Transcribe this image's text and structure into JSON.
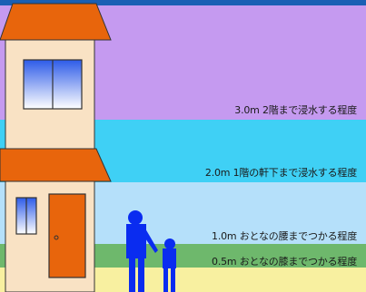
{
  "levels": [
    {
      "depth_m": 3.0,
      "label": "3.0m 2階まで浸水する程度",
      "color": "#c59af0"
    },
    {
      "depth_m": 2.0,
      "label": "2.0m 1階の軒下まで浸水する程度",
      "color": "#3fd0f5"
    },
    {
      "depth_m": 1.0,
      "label": "1.0m おとなの腰までつかる程度",
      "color": "#b5e0fa"
    },
    {
      "depth_m": 0.5,
      "label": "0.5m おとなの膝までつかる程度",
      "color": "#6eb86c"
    },
    {
      "depth_m": 0.0,
      "label": "",
      "color": "#f8f0a0"
    }
  ],
  "colors": {
    "roof": "#e8650c",
    "wall": "#f9e2c4",
    "door": "#e8650c",
    "people": "#0a2cf0",
    "top_bar": "#1a5fb4"
  },
  "icons": [
    "house-icon",
    "adult-icon",
    "child-icon"
  ]
}
